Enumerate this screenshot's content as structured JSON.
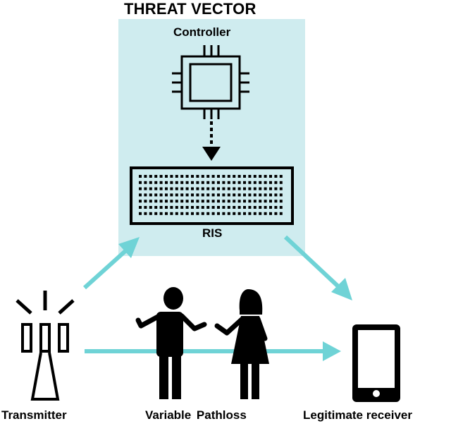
{
  "threat_vector": {
    "title": "THREAT VECTOR",
    "controller_label": "Controller",
    "ris_label": "RIS",
    "background_color": "#cfecef"
  },
  "nodes": {
    "transmitter_label": "Transmitter",
    "pathloss_label": "Variable  Pathloss",
    "receiver_label": "Legitimate  receiver"
  },
  "colors": {
    "arrow": "#6fd3d6",
    "ink": "#000000"
  },
  "icons": [
    "chip-icon",
    "ris-panel-icon",
    "transmitter-tower-icon",
    "man-icon",
    "woman-icon",
    "smartphone-icon"
  ]
}
